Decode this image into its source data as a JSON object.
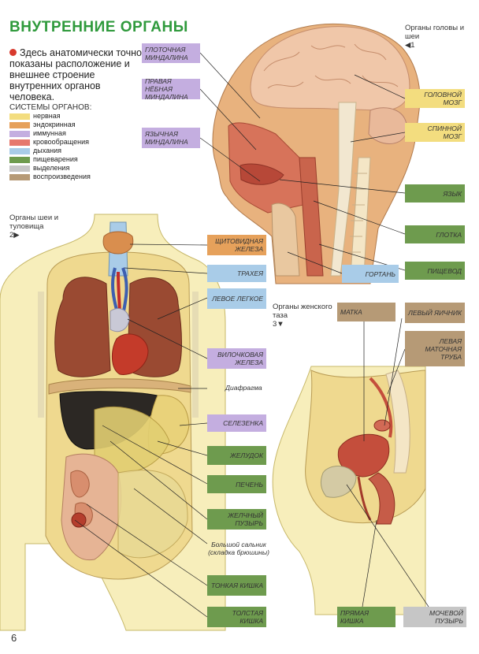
{
  "title": "ВНУТРЕННИЕ ОРГАНЫ",
  "intro": "Здесь анатомически точно показаны расположение и внешнее строение внутренних органов человека.",
  "legend": {
    "heading": "СИСТЕМЫ ОРГАНОВ:",
    "items": [
      {
        "label": "нервная",
        "color": "#f3dd7f"
      },
      {
        "label": "эндокринная",
        "color": "#e6a15b"
      },
      {
        "label": "иммунная",
        "color": "#c4aee0"
      },
      {
        "label": "кровообращения",
        "color": "#e6796e"
      },
      {
        "label": "дыхания",
        "color": "#a9cce8"
      },
      {
        "label": "пищеварения",
        "color": "#6e9b4e"
      },
      {
        "label": "выделения",
        "color": "#c6c6c6"
      },
      {
        "label": "воспроизведения",
        "color": "#b69a76"
      }
    ]
  },
  "sections": {
    "head": {
      "title": "Органы головы и шеи",
      "marker": "◀1"
    },
    "torso": {
      "title": "Органы шеи и туловища",
      "marker": "2▶"
    },
    "pelvis": {
      "title": "Органы женского таза",
      "marker": "3▼"
    }
  },
  "labels": {
    "glotochnaya": "ГЛОТОЧНАЯ МИНДАЛИНА",
    "nebnaya": "ПРАВАЯ НЁБНАЯ МИНДАЛИНА",
    "yazychnaya": "ЯЗЫЧНАЯ МИНДАЛИНА",
    "golovnoy": "ГОЛОВНОЙ МОЗГ",
    "spinnoy": "СПИННОЙ МОЗГ",
    "yazyk": "ЯЗЫК",
    "glotka": "ГЛОТКА",
    "pishchevod": "ПИЩЕВОД",
    "gortan": "ГОРТАНЬ",
    "shchitovidnaya": "ЩИТОВИДНАЯ ЖЕЛЕЗА",
    "trakheya": "ТРАХЕЯ",
    "legkoe": "ЛЕВОЕ ЛЕГКОЕ",
    "vilochkovaya": "ВИЛОЧКОВАЯ ЖЕЛЕЗА",
    "diafragma": "Диафрагма",
    "selezenka": "СЕЛЕЗЕНКА",
    "zheludok": "ЖЕЛУДОК",
    "pechen": "ПЕЧЕНЬ",
    "puzyr": "ЖЕЛЧНЫЙ ПУЗЫРЬ",
    "salnik": "Большой сальник (складка брюшины)",
    "tonkaya": "ТОНКАЯ КИШКА",
    "tolstaya": "ТОЛСТАЯ КИШКА",
    "matka": "МАТКА",
    "yaichnik": "ЛЕВЫЙ ЯИЧНИК",
    "truba": "ЛЕВАЯ МАТОЧНАЯ ТРУБА",
    "pryamaya": "ПРЯМАЯ КИШКА",
    "mochevoy": "МОЧЕВОЙ ПУЗЫРЬ"
  },
  "page_number": "6"
}
